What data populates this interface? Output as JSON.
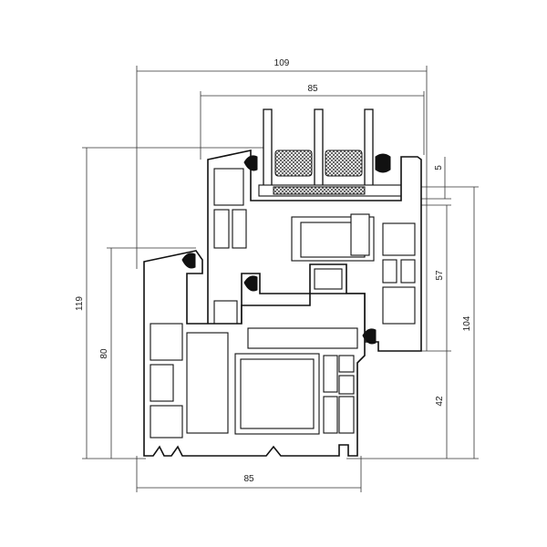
{
  "dimensions": {
    "overall_width": "109",
    "sash_width": "85",
    "frame_width": "85",
    "overall_height": "119",
    "frame_height": "80",
    "glass_gap": "5",
    "rebate_height": "57",
    "sash_height": "104",
    "frame_depth": "42"
  }
}
